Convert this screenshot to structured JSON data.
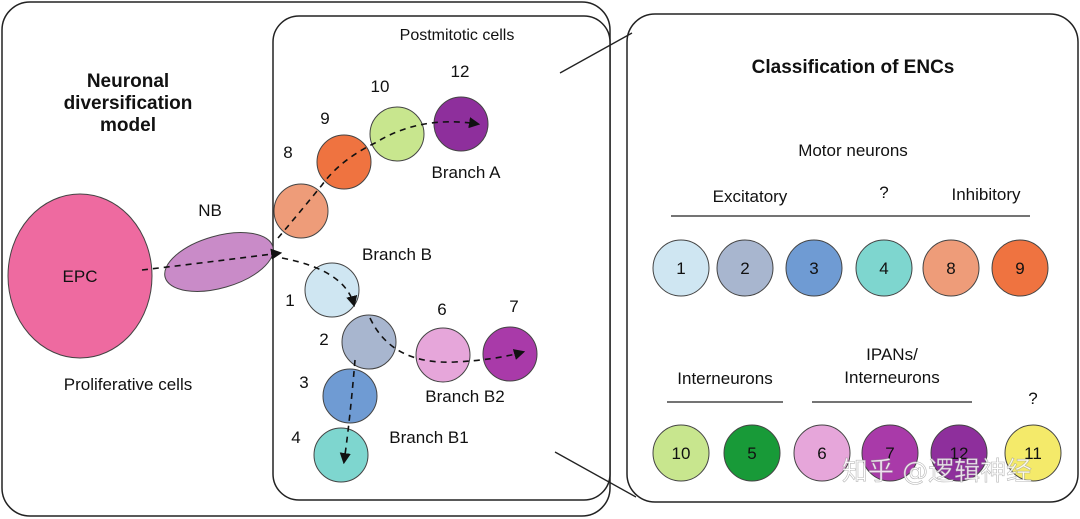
{
  "left_panel": {
    "title_lines": [
      "Neuronal",
      "diversification",
      "model"
    ],
    "epc_label": "EPC",
    "nb_label": "NB",
    "proliferative_label": "Proliferative cells"
  },
  "middle_panel": {
    "title": "Postmitotic cells",
    "branch_a": "Branch A",
    "branch_b": "Branch B",
    "branch_b1": "Branch B1",
    "branch_b2": "Branch B2",
    "cells": {
      "c1": "1",
      "c2": "2",
      "c3": "3",
      "c4": "4",
      "c6": "6",
      "c7": "7",
      "c8": "8",
      "c9": "9",
      "c10": "10",
      "c12": "12"
    }
  },
  "right_panel": {
    "title": "Classification of ENCs",
    "motor_neurons": "Motor neurons",
    "excitatory": "Excitatory",
    "unknown_motor": "?",
    "inhibitory": "Inhibitory",
    "interneurons": "Interneurons",
    "ipans_line1": "IPANs/",
    "ipans_line2": "Interneurons",
    "unknown_bottom": "?",
    "motor_cells": [
      "1",
      "2",
      "3",
      "4",
      "8",
      "9"
    ],
    "bottom_cells": [
      "10",
      "5",
      "6",
      "7",
      "12",
      "11"
    ]
  },
  "watermark": "知乎 @逻辑神经",
  "colors": {
    "epc": "#ee6aa0",
    "nb": "#c98bc8",
    "c1": "#cfe6f2",
    "c2": "#a8b6cf",
    "c3": "#6f9bd3",
    "c4": "#7ed6cf",
    "c5": "#189a38",
    "c6": "#e6a6da",
    "c7": "#a93aa9",
    "c8": "#ee9c79",
    "c9": "#ef7340",
    "c10": "#c8e68e",
    "c11": "#f4ea6a",
    "c12": "#8e2f9c"
  }
}
